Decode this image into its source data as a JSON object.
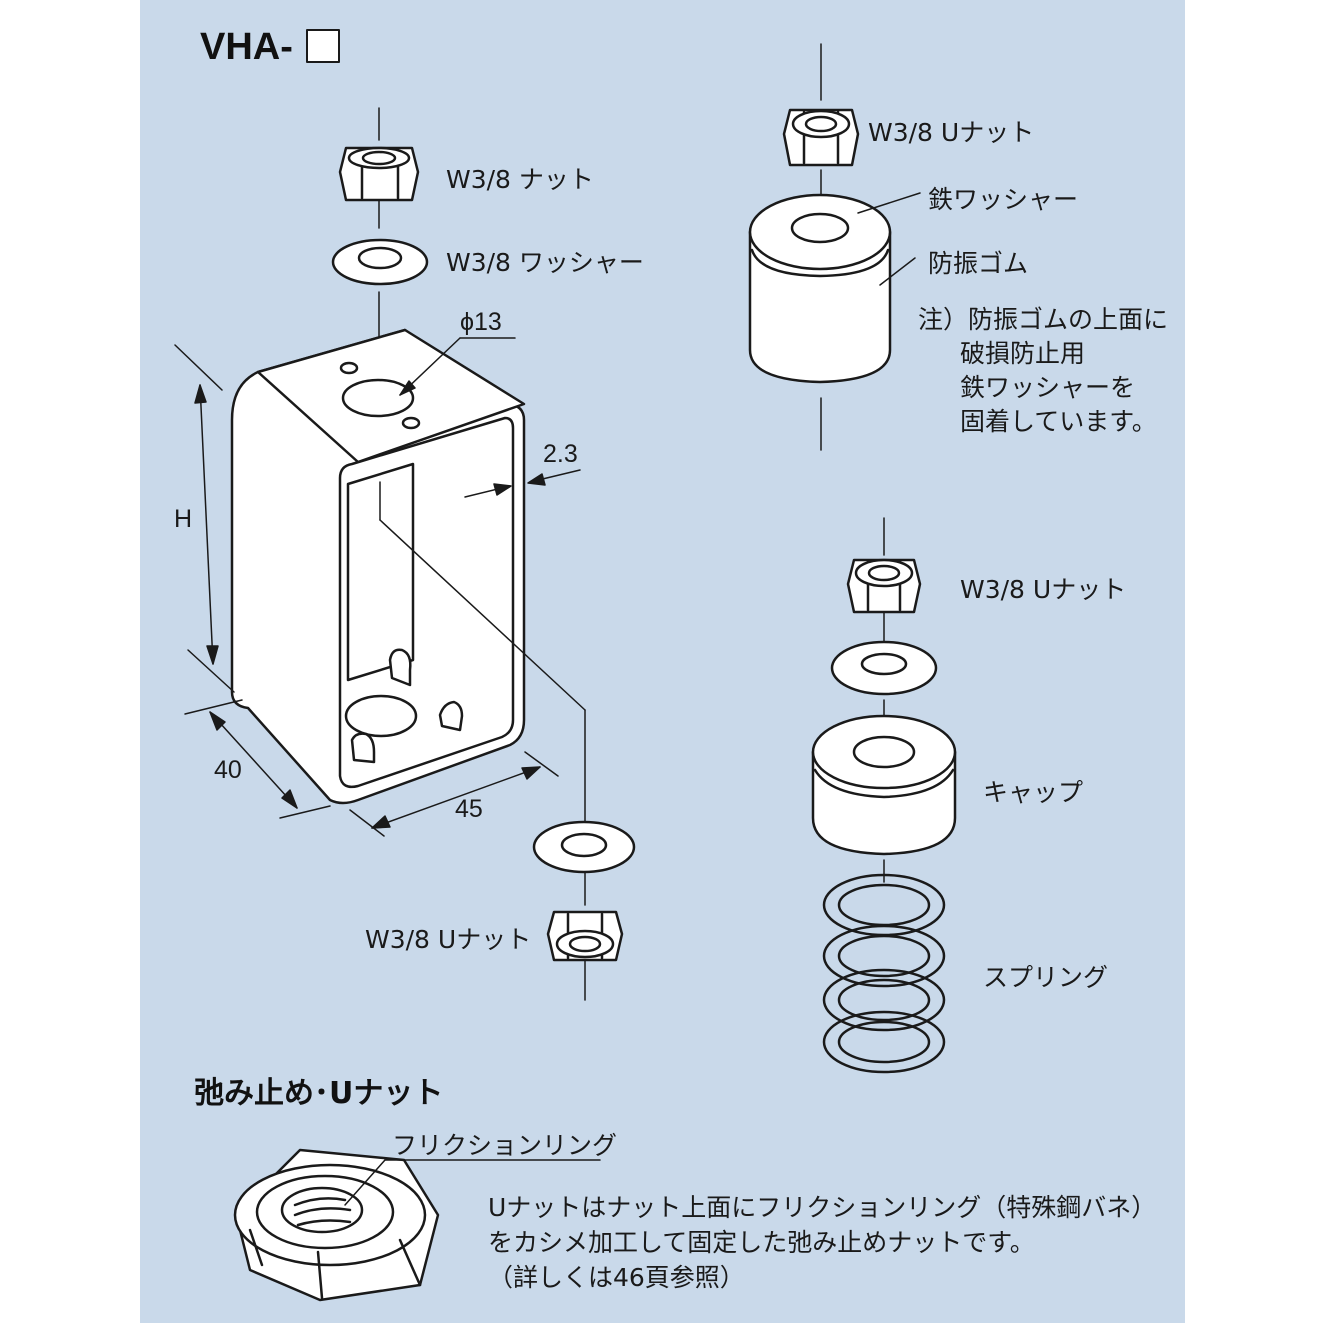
{
  "title": "VHA-",
  "labels": {
    "nut_w38": "W3/8 ナット",
    "washer_w38": "W3/8 ワッシャー",
    "phi13": "ϕ13",
    "dim_23": "2.3",
    "dim_h": "H",
    "dim_40": "40",
    "dim_45": "45",
    "unut_bottom": "W3/8 Uナット",
    "unut_top_right": "W3/8 Uナット",
    "iron_washer": "鉄ワッシャー",
    "rubber": "防振ゴム",
    "unut_spring": "W3/8 Uナット",
    "cap": "キャップ",
    "spring": "スプリング",
    "friction_ring": "フリクションリング"
  },
  "note": [
    "注）防振ゴムの上面に",
    "破損防止用",
    "鉄ワッシャーを",
    "固着しています。"
  ],
  "section_title": "弛み止め･Uナット",
  "description": [
    "Uナットはナット上面にフリクションリング（特殊鋼バネ）",
    "をカシメ加工して固定した弛み止めナットです。",
    "（詳しくは46頁参照）"
  ],
  "colors": {
    "background": "#c9d9ea",
    "part_fill": "#ffffff",
    "line": "#1a1a1a"
  }
}
